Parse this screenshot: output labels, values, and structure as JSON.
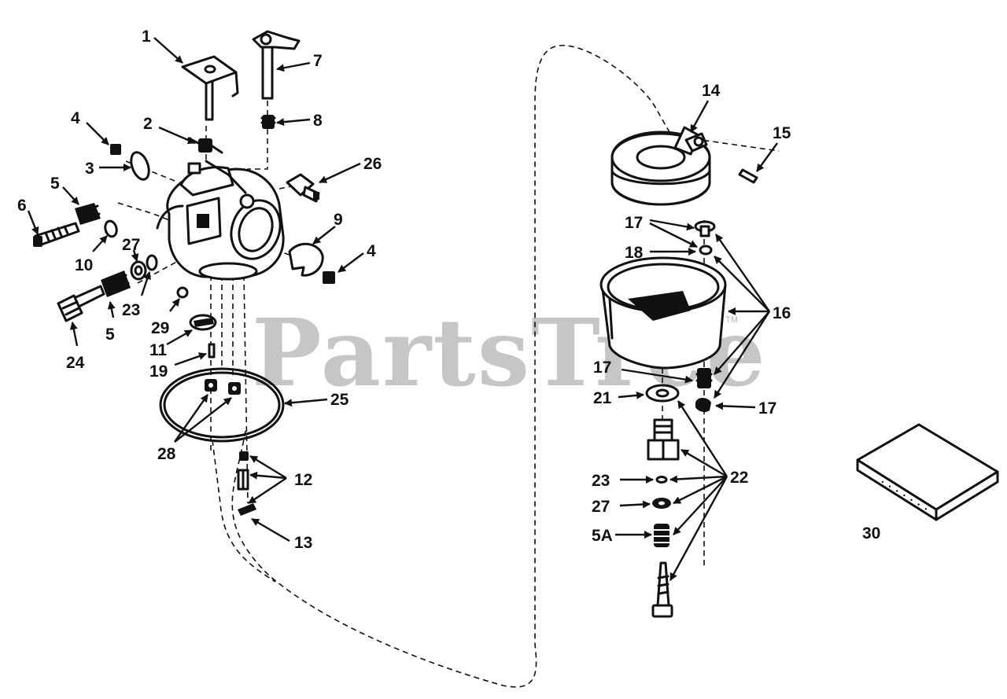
{
  "watermark": {
    "text": "PartsTree",
    "trademark": "TM"
  },
  "callouts": {
    "c1": "1",
    "c2": "2",
    "c3": "3",
    "c4a": "4",
    "c4b": "4",
    "c5a": "5",
    "c5b": "5",
    "c5A": "5A",
    "c6": "6",
    "c7": "7",
    "c8": "8",
    "c9": "9",
    "c10": "10",
    "c11": "11",
    "c12": "12",
    "c13": "13",
    "c14": "14",
    "c15": "15",
    "c16": "16",
    "c17a": "17",
    "c17b": "17",
    "c17c": "17",
    "c18": "18",
    "c19": "19",
    "c21": "21",
    "c22": "22",
    "c23a": "23",
    "c23b": "23",
    "c24": "24",
    "c25": "25",
    "c26": "26",
    "c27a": "27",
    "c27b": "27",
    "c28": "28",
    "c29": "29",
    "c30": "30"
  },
  "colors": {
    "ink": "#111111",
    "background": "#ffffff",
    "watermark": "#9a9a9a"
  }
}
